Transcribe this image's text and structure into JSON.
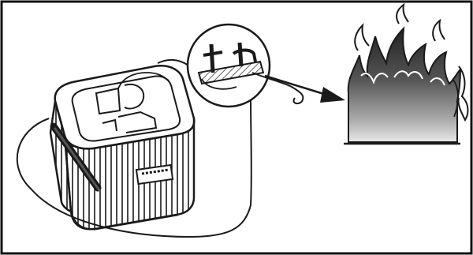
{
  "illustration": {
    "colors": {
      "ink": "#1a1a1a",
      "frame": "#111111",
      "hatch": "#666666",
      "flame_dark": "#333333",
      "flame_mid": "#7a7a7a",
      "flame_light": "#d6d6d6"
    },
    "elements": [
      "battery-icon",
      "probe-rod",
      "magnifier-circle",
      "terminal-icon",
      "short-circuit-wire",
      "arrow-icon",
      "fire-icon"
    ]
  }
}
